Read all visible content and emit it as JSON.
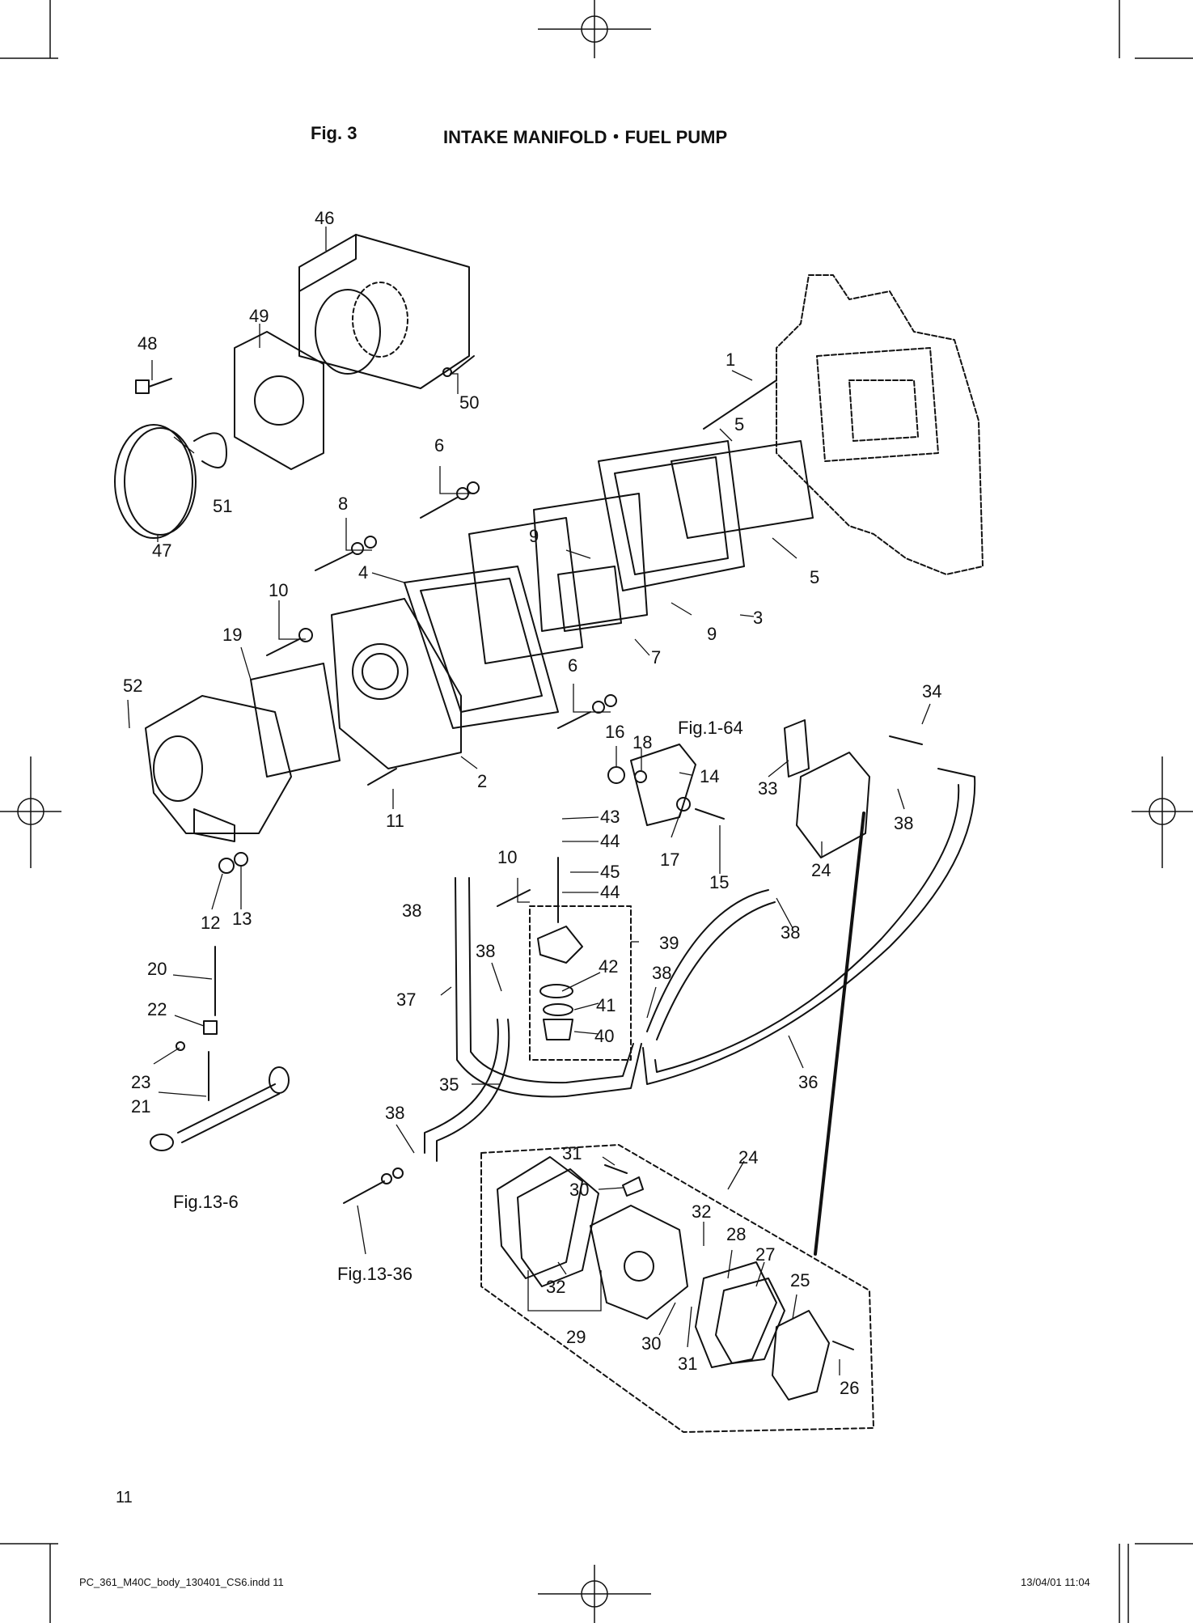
{
  "figure": {
    "number": "Fig. 3",
    "title": "INTAKE MANIFOLD・FUEL PUMP"
  },
  "page_number": "11",
  "slug": {
    "left": "PC_361_M40C_body_130401_CS6.indd   11",
    "right": "13/04/01   11:04"
  },
  "callouts": [
    {
      "id": "c1",
      "text": "1"
    },
    {
      "id": "c2",
      "text": "2"
    },
    {
      "id": "c3",
      "text": "3"
    },
    {
      "id": "c4",
      "text": "4"
    },
    {
      "id": "c5a",
      "text": "5"
    },
    {
      "id": "c5b",
      "text": "5"
    },
    {
      "id": "c6a",
      "text": "6"
    },
    {
      "id": "c6b",
      "text": "6"
    },
    {
      "id": "c7",
      "text": "7"
    },
    {
      "id": "c8",
      "text": "8"
    },
    {
      "id": "c9a",
      "text": "9"
    },
    {
      "id": "c9b",
      "text": "9"
    },
    {
      "id": "c10a",
      "text": "10"
    },
    {
      "id": "c10b",
      "text": "10"
    },
    {
      "id": "c11",
      "text": "11"
    },
    {
      "id": "c12",
      "text": "12"
    },
    {
      "id": "c13",
      "text": "13"
    },
    {
      "id": "c14",
      "text": "14"
    },
    {
      "id": "c15",
      "text": "15"
    },
    {
      "id": "c16",
      "text": "16"
    },
    {
      "id": "c17",
      "text": "17"
    },
    {
      "id": "c18",
      "text": "18"
    },
    {
      "id": "c19",
      "text": "19"
    },
    {
      "id": "c20",
      "text": "20"
    },
    {
      "id": "c21",
      "text": "21"
    },
    {
      "id": "c22",
      "text": "22"
    },
    {
      "id": "c23",
      "text": "23"
    },
    {
      "id": "c24a",
      "text": "24"
    },
    {
      "id": "c24b",
      "text": "24"
    },
    {
      "id": "c25",
      "text": "25"
    },
    {
      "id": "c26",
      "text": "26"
    },
    {
      "id": "c27",
      "text": "27"
    },
    {
      "id": "c28",
      "text": "28"
    },
    {
      "id": "c29",
      "text": "29"
    },
    {
      "id": "c30a",
      "text": "30"
    },
    {
      "id": "c30b",
      "text": "30"
    },
    {
      "id": "c31a",
      "text": "31"
    },
    {
      "id": "c31b",
      "text": "31"
    },
    {
      "id": "c32a",
      "text": "32"
    },
    {
      "id": "c32b",
      "text": "32"
    },
    {
      "id": "c33",
      "text": "33"
    },
    {
      "id": "c34",
      "text": "34"
    },
    {
      "id": "c35",
      "text": "35"
    },
    {
      "id": "c36",
      "text": "36"
    },
    {
      "id": "c37",
      "text": "37"
    },
    {
      "id": "c38a",
      "text": "38"
    },
    {
      "id": "c38b",
      "text": "38"
    },
    {
      "id": "c38c",
      "text": "38"
    },
    {
      "id": "c38d",
      "text": "38"
    },
    {
      "id": "c38e",
      "text": "38"
    },
    {
      "id": "c38f",
      "text": "38"
    },
    {
      "id": "c39",
      "text": "39"
    },
    {
      "id": "c40",
      "text": "40"
    },
    {
      "id": "c41",
      "text": "41"
    },
    {
      "id": "c42",
      "text": "42"
    },
    {
      "id": "c43",
      "text": "43"
    },
    {
      "id": "c44a",
      "text": "44"
    },
    {
      "id": "c44b",
      "text": "44"
    },
    {
      "id": "c45",
      "text": "45"
    },
    {
      "id": "c46",
      "text": "46"
    },
    {
      "id": "c47",
      "text": "47"
    },
    {
      "id": "c48",
      "text": "48"
    },
    {
      "id": "c49",
      "text": "49"
    },
    {
      "id": "c50",
      "text": "50"
    },
    {
      "id": "c51",
      "text": "51"
    },
    {
      "id": "c52",
      "text": "52"
    }
  ],
  "references": [
    {
      "id": "ref164",
      "text": "Fig.1-64"
    },
    {
      "id": "ref136",
      "text": "Fig.13-6"
    },
    {
      "id": "ref1336",
      "text": "Fig.13-36"
    }
  ]
}
